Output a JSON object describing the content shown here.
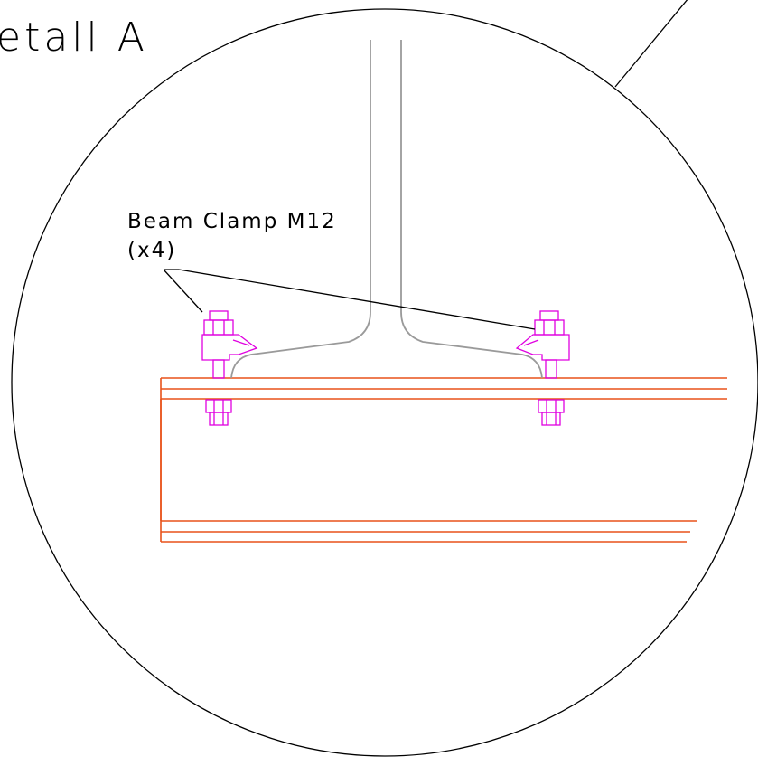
{
  "detail": {
    "title": "etall A"
  },
  "callout": {
    "line1": "Beam Clamp M12",
    "line2": "(x4)"
  },
  "colors": {
    "background": "#ffffff",
    "outline": "#000000",
    "steel_beam": "#e8521a",
    "flange_section": "#9a9a9a",
    "beam_clamp": "#e000e0"
  }
}
